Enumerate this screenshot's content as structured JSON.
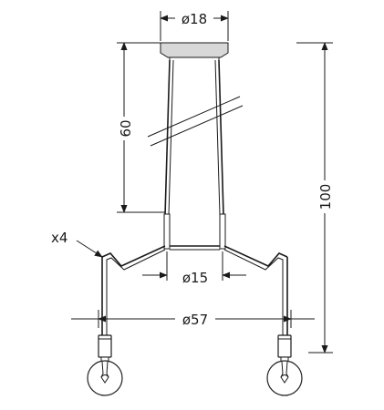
{
  "diagram": {
    "dimensions": {
      "canopy_diameter": "ø18",
      "center_diameter": "ø15",
      "total_width": "ø57",
      "cable_length": "60",
      "total_height": "100",
      "arm_count": "x4"
    },
    "colors": {
      "line": "#1a1a1a",
      "canopy_fill": "#d8d8d8",
      "bulb_stroke": "#222222",
      "background": "#ffffff"
    }
  }
}
